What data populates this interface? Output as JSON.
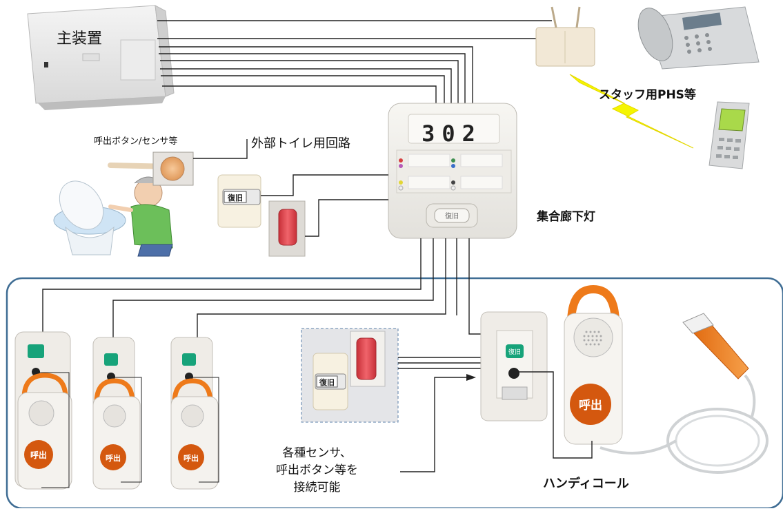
{
  "labels": {
    "main_unit": "主装置",
    "call_button": "呼出ボタン/センサ等",
    "external_toilet": "外部トイレ用回路",
    "corridor_lamp": "集合廊下灯",
    "staff_phs": "スタッフ用PHS等",
    "sensors_line1": "各種センサ、",
    "sensors_line2": "呼出ボタン等を",
    "sensors_line3": "接続可能",
    "handy_call": "ハンディコール",
    "room_number": "302"
  },
  "buttons": {
    "reset": "復旧",
    "call": "呼出"
  },
  "colors": {
    "lightning": "#f5f500",
    "handy_orange": "#ee7a1a",
    "call_circle": "#d4580f",
    "reset_green": "#17a37a",
    "enclosure_border": "#3f6d94",
    "red_button": "#e0454d"
  }
}
